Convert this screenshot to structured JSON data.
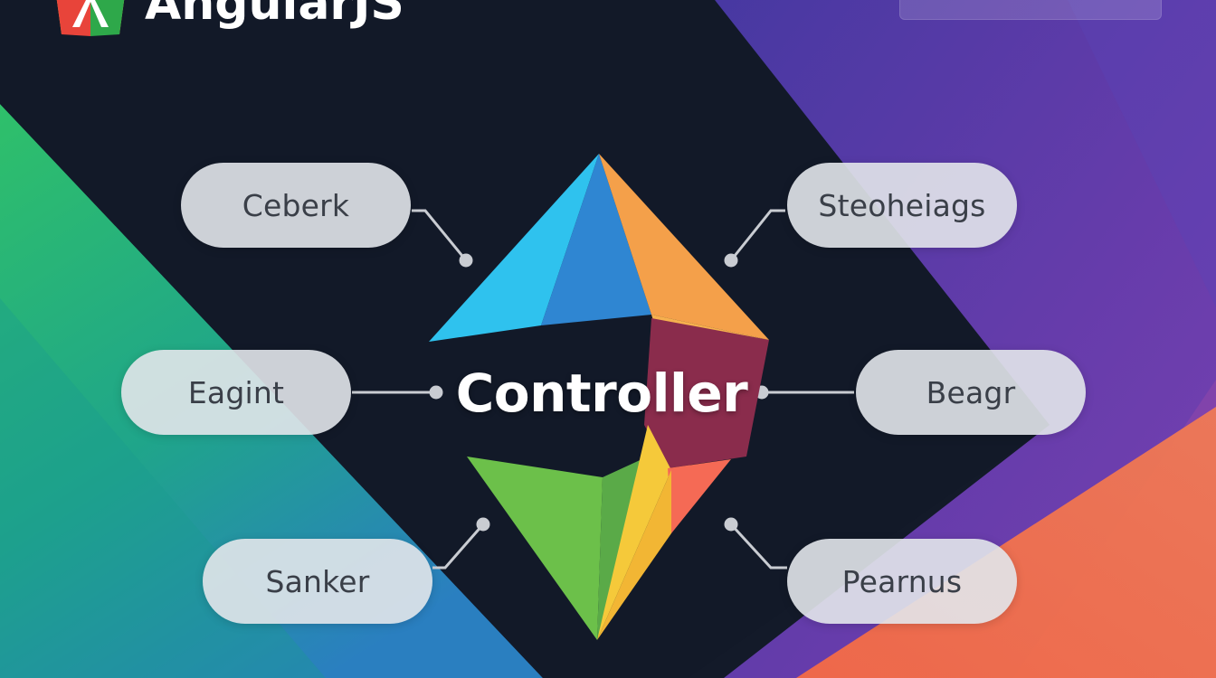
{
  "header": {
    "title": "AngularJS",
    "logo_icon": "angular-logo-icon",
    "search_placeholder": ""
  },
  "diagram": {
    "center_label": "Controller",
    "nodes": {
      "top_left": "Ceberk",
      "top_right": "Steoheiags",
      "middle_left": "Eagint",
      "middle_right": "Beagr",
      "bottom_left": "Sanker",
      "bottom_right": "Pearnus"
    }
  },
  "colors": {
    "background": "#141a2a",
    "green_panel": "#2bbf6f",
    "purple_panel": "#6a3fb0",
    "orange_panel": "#f2724a",
    "blue_facet": "#2ea4e6",
    "orange_facet": "#f29a3a",
    "green_facet": "#6cc04a",
    "yellow_facet": "#f4c430",
    "maroon_facet": "#8c2c4a",
    "connector": "#c9ccd2"
  }
}
